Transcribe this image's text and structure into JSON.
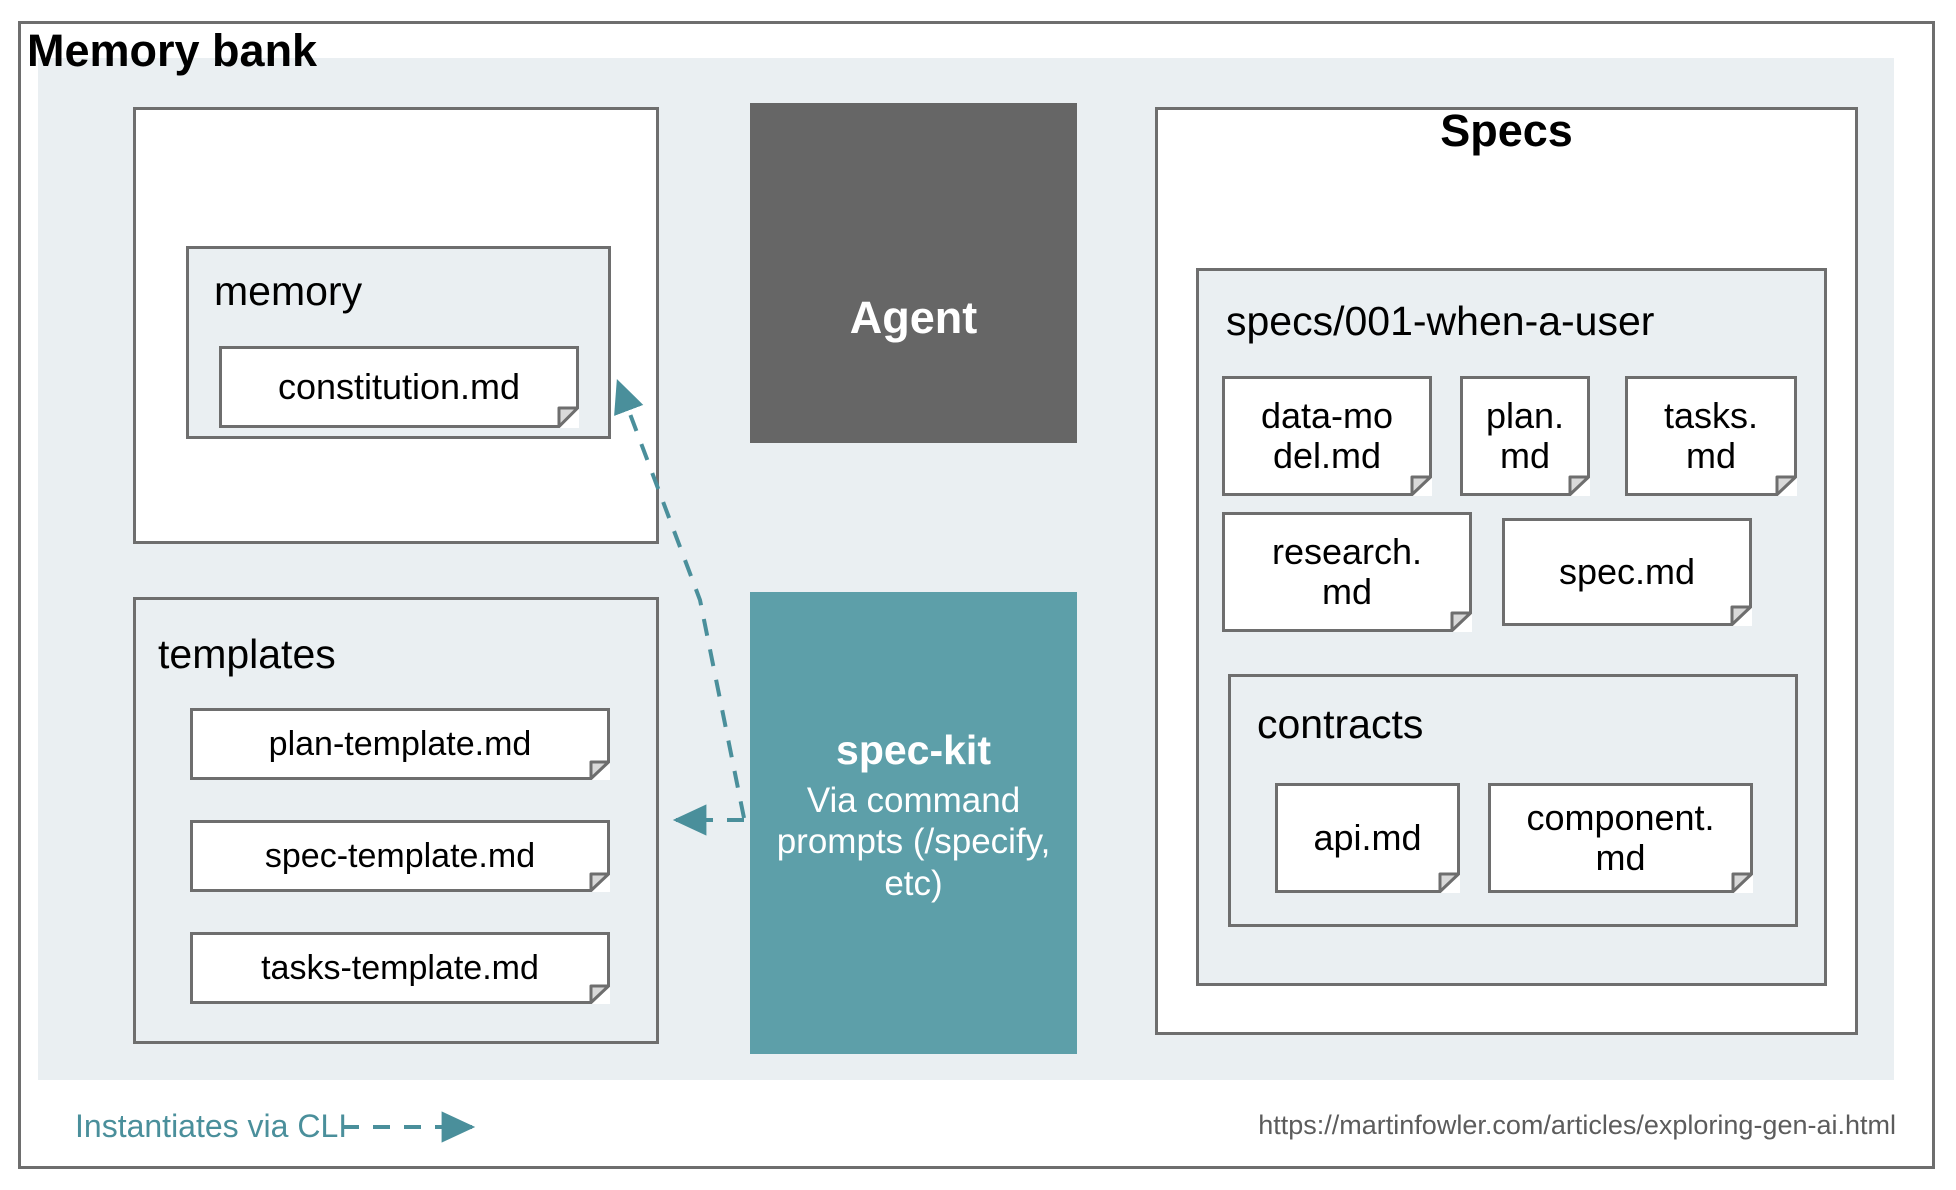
{
  "diagram": {
    "source_url": "https://martinfowler.com/articles/exploring-gen-ai.html",
    "colors": {
      "backdrop": "#eaeff2",
      "border": "#6e6e6e",
      "agent_fill": "#666666",
      "speckit_fill": "#5d9fa9",
      "accent_teal": "#4a8f9b",
      "note_fill": "#ffffff"
    }
  },
  "memory_bank": {
    "title": "Memory bank",
    "folder": {
      "title": "memory",
      "files": [
        {
          "label": "constitution.md"
        }
      ]
    }
  },
  "templates": {
    "title": "templates",
    "files": [
      {
        "label": "plan-template.md"
      },
      {
        "label": "spec-template.md"
      },
      {
        "label": "tasks-template.md"
      }
    ]
  },
  "agent": {
    "label": "Agent"
  },
  "speckit": {
    "title": "spec-kit",
    "subtitle": "Via command\nprompts\n(/specify, etc)"
  },
  "specs": {
    "title": "Specs",
    "feature_folder": {
      "title": "specs/001-when-a-user",
      "files": [
        {
          "label": "data-mo\ndel.md"
        },
        {
          "label": "plan.\nmd"
        },
        {
          "label": "tasks.\nmd"
        },
        {
          "label": "research.\nmd"
        },
        {
          "label": "spec.md"
        }
      ],
      "contracts": {
        "title": "contracts",
        "files": [
          {
            "label": "api.md"
          },
          {
            "label": "component.\nmd"
          }
        ]
      }
    }
  },
  "legend": {
    "label": "Instantiates via CLI"
  }
}
